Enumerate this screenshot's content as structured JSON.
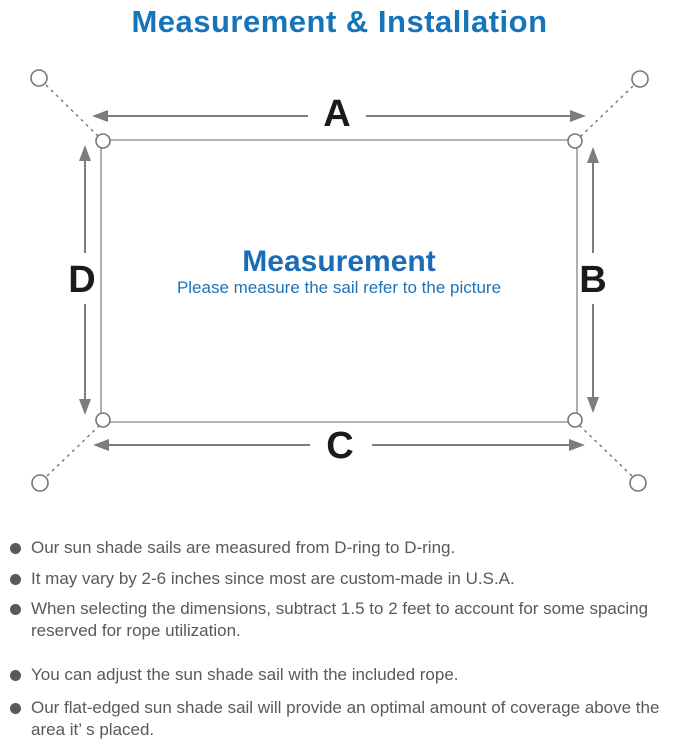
{
  "colors": {
    "title_blue": "#1674b9",
    "center_blue": "#1a6cb8",
    "subtitle_blue": "#2173b8",
    "label_black": "#1b1b1b",
    "line_gray": "#9a9a9a",
    "line_gray2": "#777777",
    "arrow_gray": "#7d7d7d",
    "text_gray": "#58595b"
  },
  "header": {
    "title": "Measurement & Installation"
  },
  "diagram": {
    "type": "sun-shade-sail-measurement",
    "labels": {
      "top": "A",
      "right": "B",
      "bottom": "C",
      "left": "D"
    },
    "center_title": "Measurement",
    "center_subtitle": "Please measure the sail refer to the picture"
  },
  "notes": {
    "items": [
      "Our sun shade sails are measured from D-ring to D-ring.",
      "It may vary by 2-6 inches since most are custom-made in U.S.A.",
      "When selecting the dimensions, subtract 1.5 to 2 feet to account for some spacing reserved for rope utilization.",
      "You can adjust the sun shade sail with the included rope.",
      "Our flat-edged sun shade sail will provide an optimal amount of coverage above the area it’ s placed."
    ]
  }
}
